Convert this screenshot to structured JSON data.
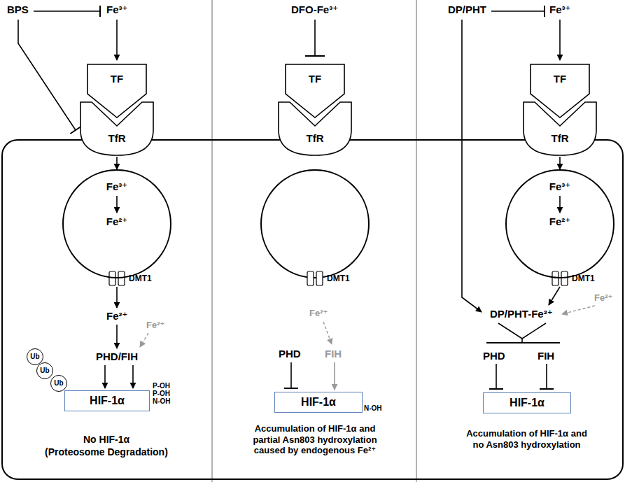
{
  "diagram": {
    "nodes": [
      {
        "text": [
          "TF"
        ]
      },
      {
        "text": [
          "TfR"
        ]
      },
      {
        "text": [
          "Fe³⁺",
          "Fe²⁺"
        ]
      },
      {
        "text": [
          "Ub"
        ]
      },
      {
        "text": [
          "Ub"
        ]
      },
      {
        "text": [
          "Ub"
        ]
      },
      {
        "text": [
          "HIF-1α"
        ]
      },
      {
        "text": [
          "TF"
        ]
      },
      {
        "text": [
          "TfR"
        ]
      },
      {
        "text": [
          "HIF-1α"
        ]
      },
      {
        "text": [
          "TF"
        ]
      },
      {
        "text": [
          "TfR"
        ]
      },
      {
        "text": [
          "Fe³⁺",
          "Fe²⁺"
        ]
      },
      {
        "text": [
          "HIF-1α"
        ]
      }
    ],
    "edges": [
      {
        "from": 1,
        "to": 2,
        "arrow": "to"
      },
      {
        "from": 11,
        "to": 12,
        "arrow": "to"
      }
    ],
    "labels": [
      "BPS",
      "Fe³⁺",
      "Fe²⁺",
      "Fe²⁺",
      "PHD/FIH",
      "P-OH",
      "P-OH",
      "N-OH",
      "DMT1",
      "No HIF-1α",
      "(Proteosome Degradation)",
      "DFO-Fe³⁺",
      "DMT1",
      "Fe²⁺",
      "PHD",
      "FIH",
      "N-OH",
      "Accumulation of HIF-1α and partial Asn803 hydroxylation caused by endogenous Fe²⁺",
      "DP/PHT",
      "Fe³⁺",
      "DMT1",
      "DP/PHT-Fe²⁺",
      "Fe²⁺",
      "PHD",
      "FIH",
      "Accumulation of HIF-1α and no Asn803 hydroxylation"
    ]
  }
}
